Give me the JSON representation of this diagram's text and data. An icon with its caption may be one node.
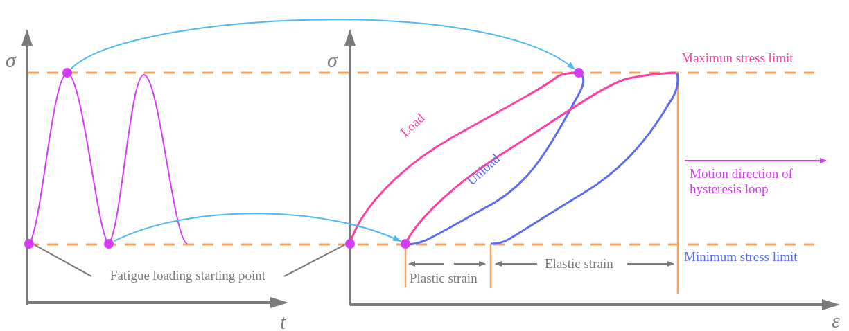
{
  "diagram": {
    "nodes": [
      {
        "text": [],
        "shape": "circle"
      },
      {
        "text": [],
        "shape": "circle"
      },
      {
        "text": [],
        "shape": "circle"
      },
      {
        "text": [],
        "shape": "circle"
      },
      {
        "text": [],
        "shape": "circle"
      },
      {
        "text": [],
        "shape": "circle"
      },
      {
        "text": [
          "Fatigue loading starting point"
        ]
      }
    ],
    "edges": [
      {
        "from": 1,
        "to": 5,
        "arrow": "to",
        "color": "#4fb8f5"
      },
      {
        "from": 2,
        "to": 4,
        "arrow": "to",
        "color": "#4fb8f5"
      },
      {
        "from": 6,
        "to": 0,
        "arrow": "none",
        "color": "#7a7a7a"
      },
      {
        "from": 6,
        "to": 3,
        "arrow": "none",
        "color": "#7a7a7a"
      }
    ],
    "labels": [
      "σ",
      "σ",
      "Maximun stress limit",
      "Load",
      "Unload",
      "Motion direction of hysteresis loop",
      "Minimum stress limit",
      "Elastic strain",
      "Plastic strain",
      "t",
      "ε"
    ]
  }
}
